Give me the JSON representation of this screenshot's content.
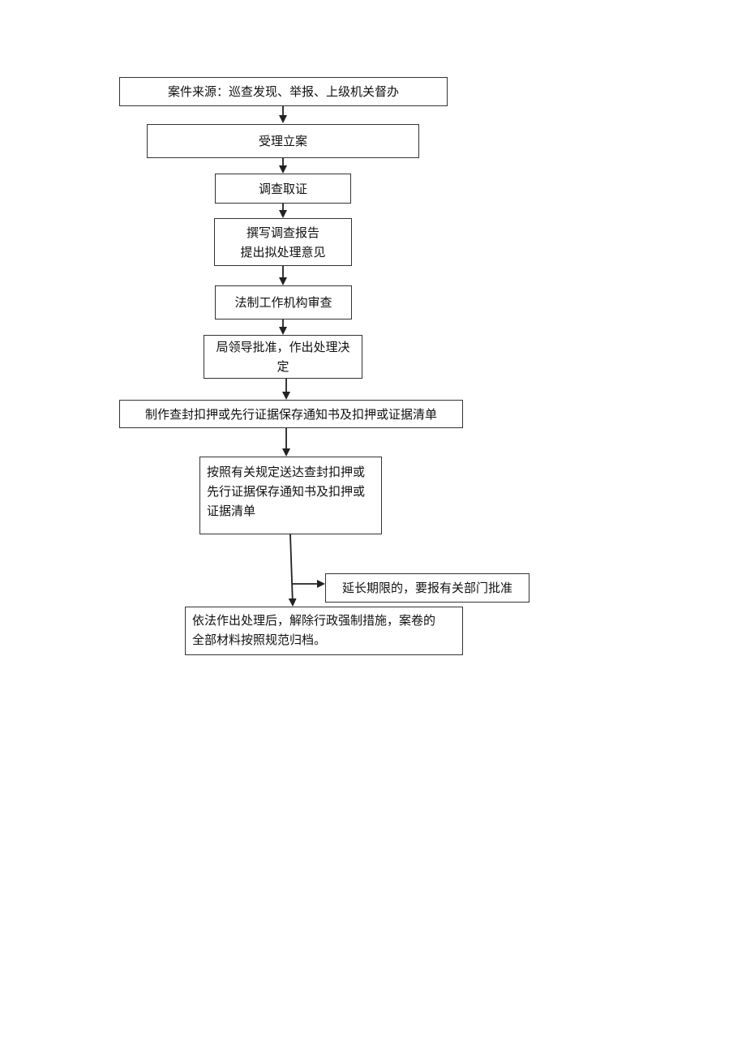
{
  "flow": {
    "step1": "案件来源：巡查发现、举报、上级机关督办",
    "step2": "受理立案",
    "step3": "调查取证",
    "step4_line1": "撰写调查报告",
    "step4_line2": "提出拟处理意见",
    "step5": "法制工作机构审查",
    "step6_line1": "局领导批准，作出处理决",
    "step6_line2": "定",
    "step7": "制作查封扣押或先行证据保存通知书及扣押或证据清单",
    "step8_line1": "按照有关规定送达查封扣押或",
    "step8_line2": "先行证据保存通知书及扣押或",
    "step8_line3": "证据清单",
    "branch": "延长期限的，要报有关部门批准",
    "step9_line1": "依法作出处理后，解除行政强制措施，案卷的",
    "step9_line2": "全部材料按照规范归档。"
  },
  "colors": {
    "line": "#222222",
    "border": "#333333",
    "background": "#ffffff"
  }
}
